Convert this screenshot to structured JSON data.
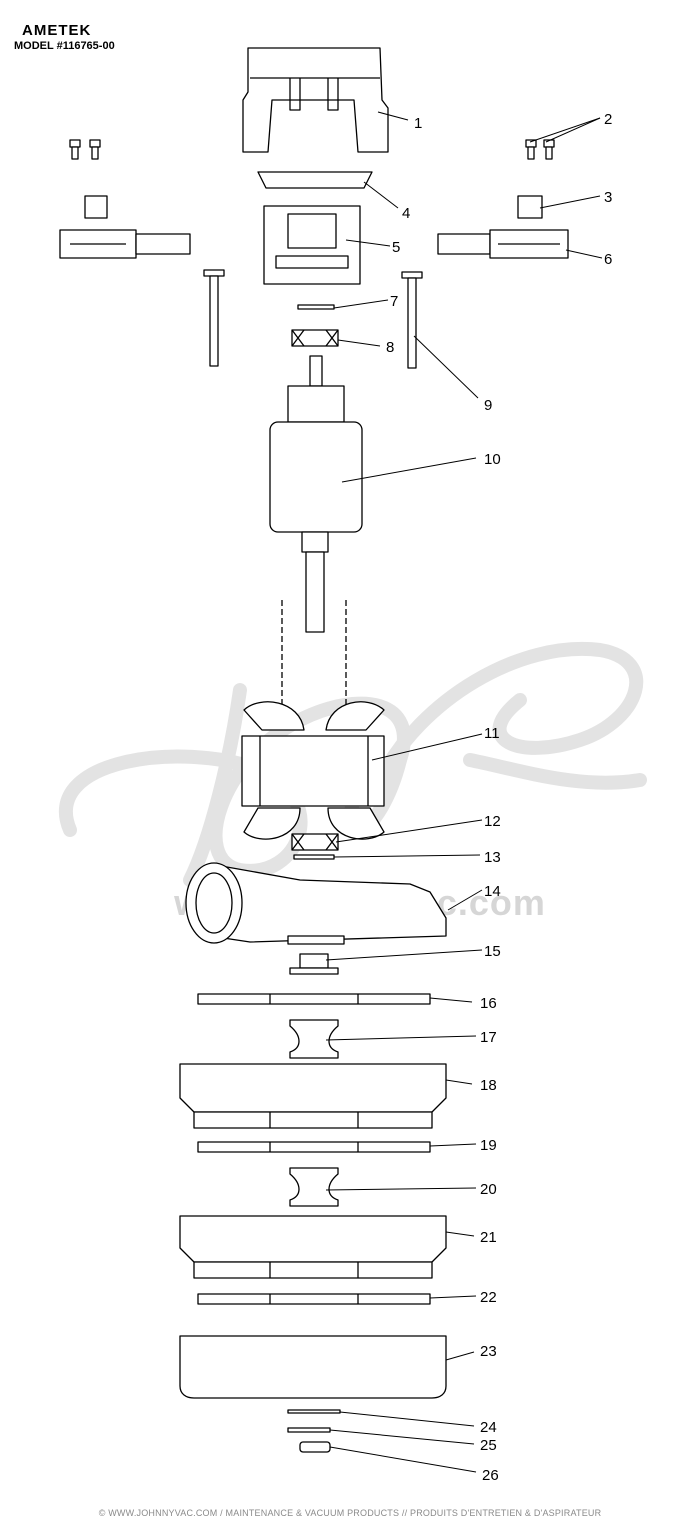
{
  "header": {
    "brand": "AMETEK",
    "model": "MODEL #116765-00"
  },
  "watermark": {
    "site": "www.johnnyvac.com"
  },
  "footer": {
    "text": "© WWW.JOHNNYVAC.COM / MAINTENANCE & VACUUM PRODUCTS  //  PRODUITS D'ENTRETIEN & D'ASPIRATEUR"
  },
  "callouts": [
    "1",
    "2",
    "3",
    "4",
    "5",
    "6",
    "7",
    "8",
    "9",
    "10",
    "11",
    "12",
    "13",
    "14",
    "15",
    "16",
    "17",
    "18",
    "19",
    "20",
    "21",
    "22",
    "23",
    "24",
    "25",
    "26"
  ]
}
